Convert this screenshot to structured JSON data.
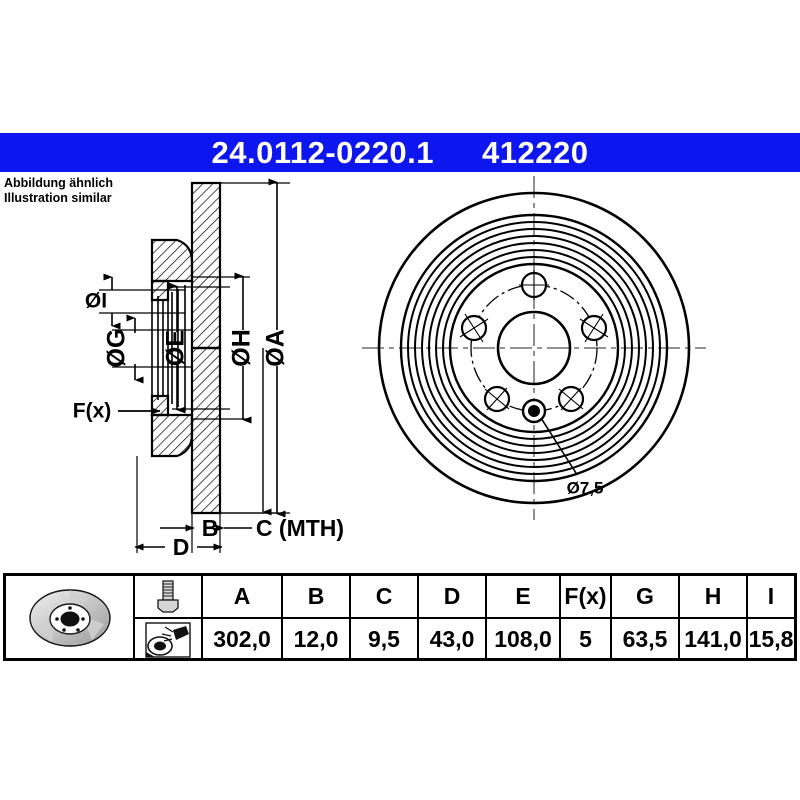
{
  "header": {
    "part_number": "24.0112-0220.1",
    "article_number": "412220",
    "bar_color": "#0d16ee",
    "text_color": "#ffffff"
  },
  "note": {
    "line_de": "Abbildung ähnlich",
    "line_en": "Illustration similar"
  },
  "section_view": {
    "dimension_labels": [
      {
        "id": "oI",
        "text": "ØI"
      },
      {
        "id": "oG",
        "text": "ØG"
      },
      {
        "id": "oE",
        "text": "ØE"
      },
      {
        "id": "oH",
        "text": "ØH"
      },
      {
        "id": "oA",
        "text": "ØA"
      },
      {
        "id": "fx",
        "text": "F(x)"
      },
      {
        "id": "B",
        "text": "B"
      },
      {
        "id": "C",
        "text": "C (MTH)"
      },
      {
        "id": "D",
        "text": "D"
      }
    ]
  },
  "face_view": {
    "hole_callout": "Ø7,5",
    "bolt_hole_count": 5
  },
  "table": {
    "icons": {
      "disc": "brake-disc-icon",
      "bolt": "bolt-icon",
      "spray": "spray-can-icon"
    },
    "headers": [
      "A",
      "B",
      "C",
      "D",
      "E",
      "F(x)",
      "G",
      "H",
      "I"
    ],
    "values": [
      "302,0",
      "12,0",
      "9,5",
      "43,0",
      "108,0",
      "5",
      "63,5",
      "141,0",
      "15,8"
    ]
  }
}
